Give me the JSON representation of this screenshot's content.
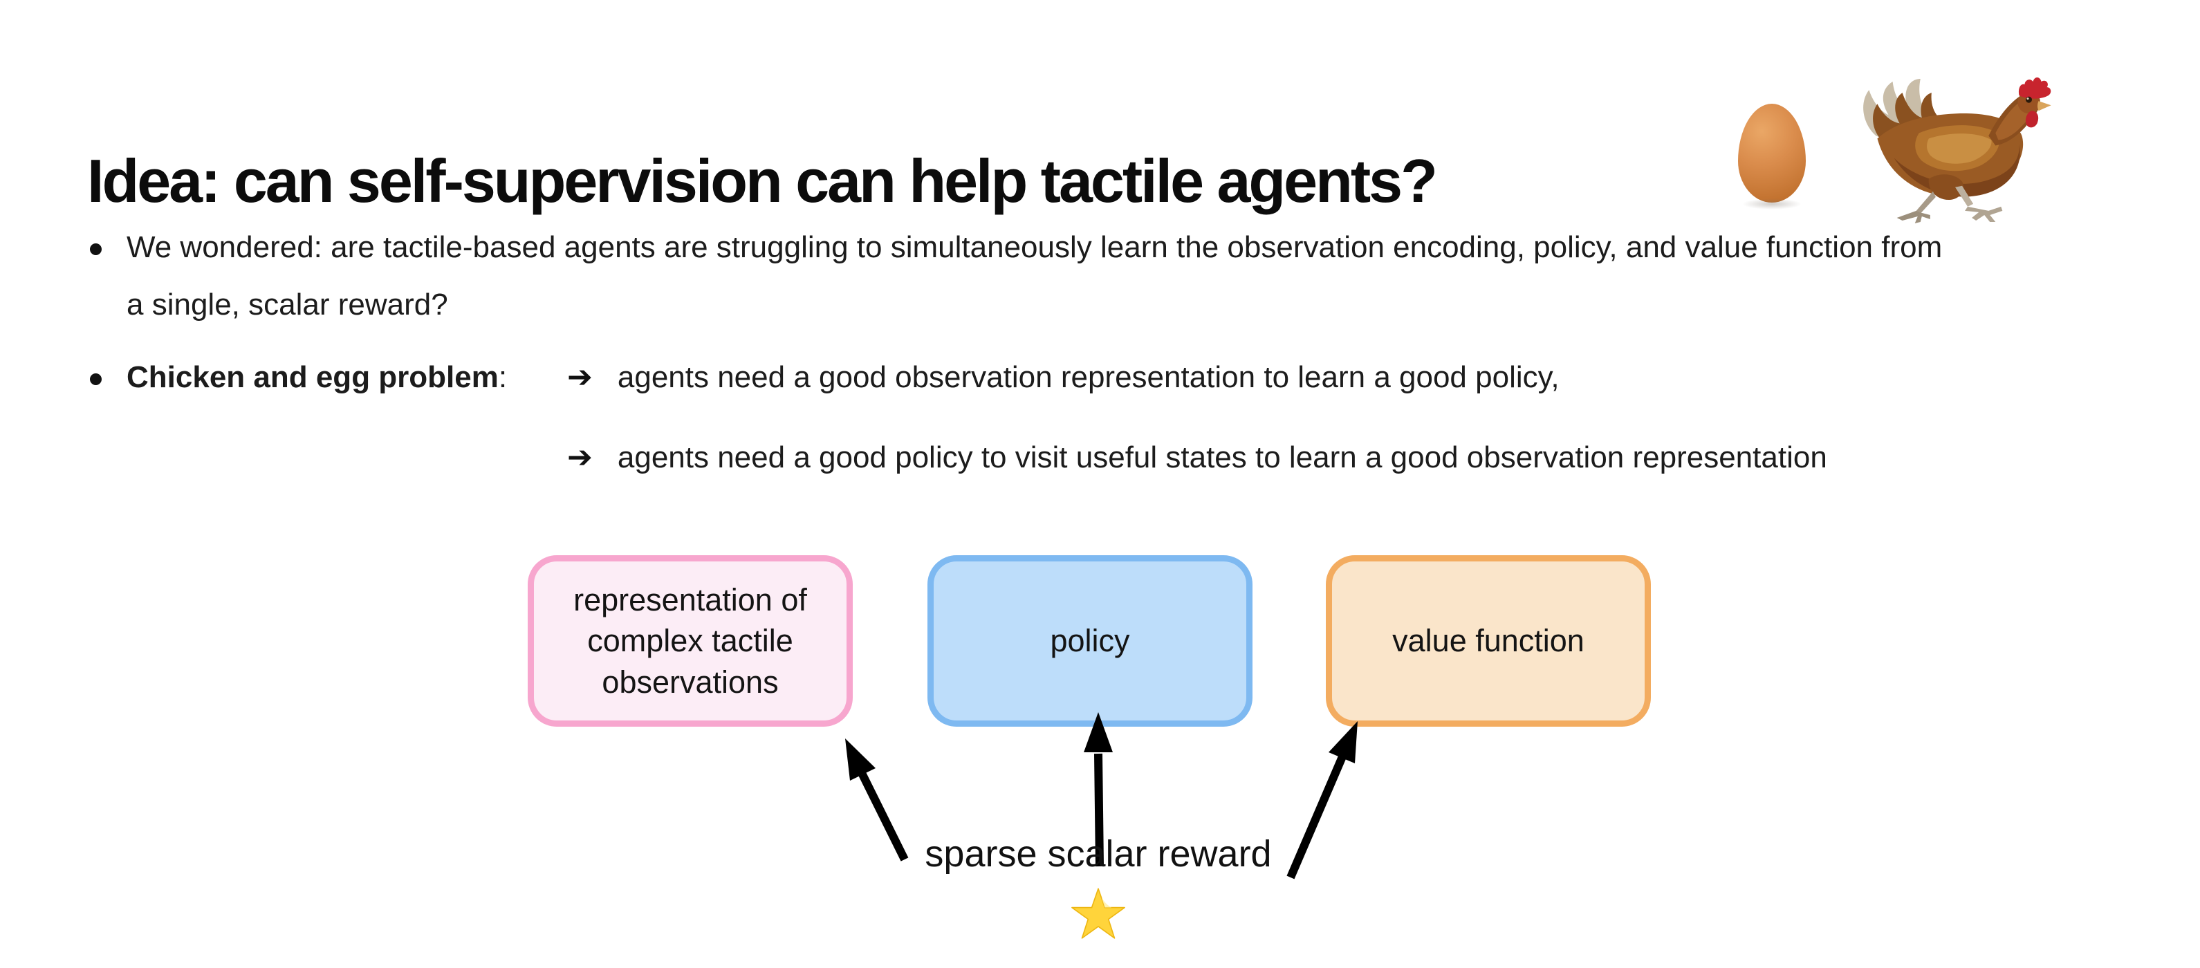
{
  "slide": {
    "title": "Idea: can self-supervision can help tactile agents?",
    "bullet1": {
      "line1": "We wondered: are tactile-based agents are struggling to simultaneously learn the observation encoding, policy, and value function from",
      "line2": "a single, scalar reward?"
    },
    "bullet2": {
      "bold": "Chicken and egg problem",
      "colon": ":",
      "point1": "agents need a good observation representation to learn a good policy,",
      "point2": "agents need a good policy to visit useful states to learn a good observation representation"
    },
    "icons": {
      "list_arrow": "➔",
      "egg": "egg-shape",
      "chicken": "chicken-illustration",
      "star": "star-shape"
    },
    "diagram": {
      "box_representation": {
        "label": "representation of complex tactile observations",
        "border": "#F7A6CE",
        "fill": "#FCEDF6"
      },
      "box_policy": {
        "label": "policy",
        "border": "#7EB9F1",
        "fill": "#BDDDFA"
      },
      "box_value": {
        "label": "value function",
        "border": "#F3AC60",
        "fill": "#FAE5CA"
      },
      "reward_label": "sparse scalar reward",
      "arrow_color": "#000000",
      "star_color": "#FFD43B"
    }
  }
}
